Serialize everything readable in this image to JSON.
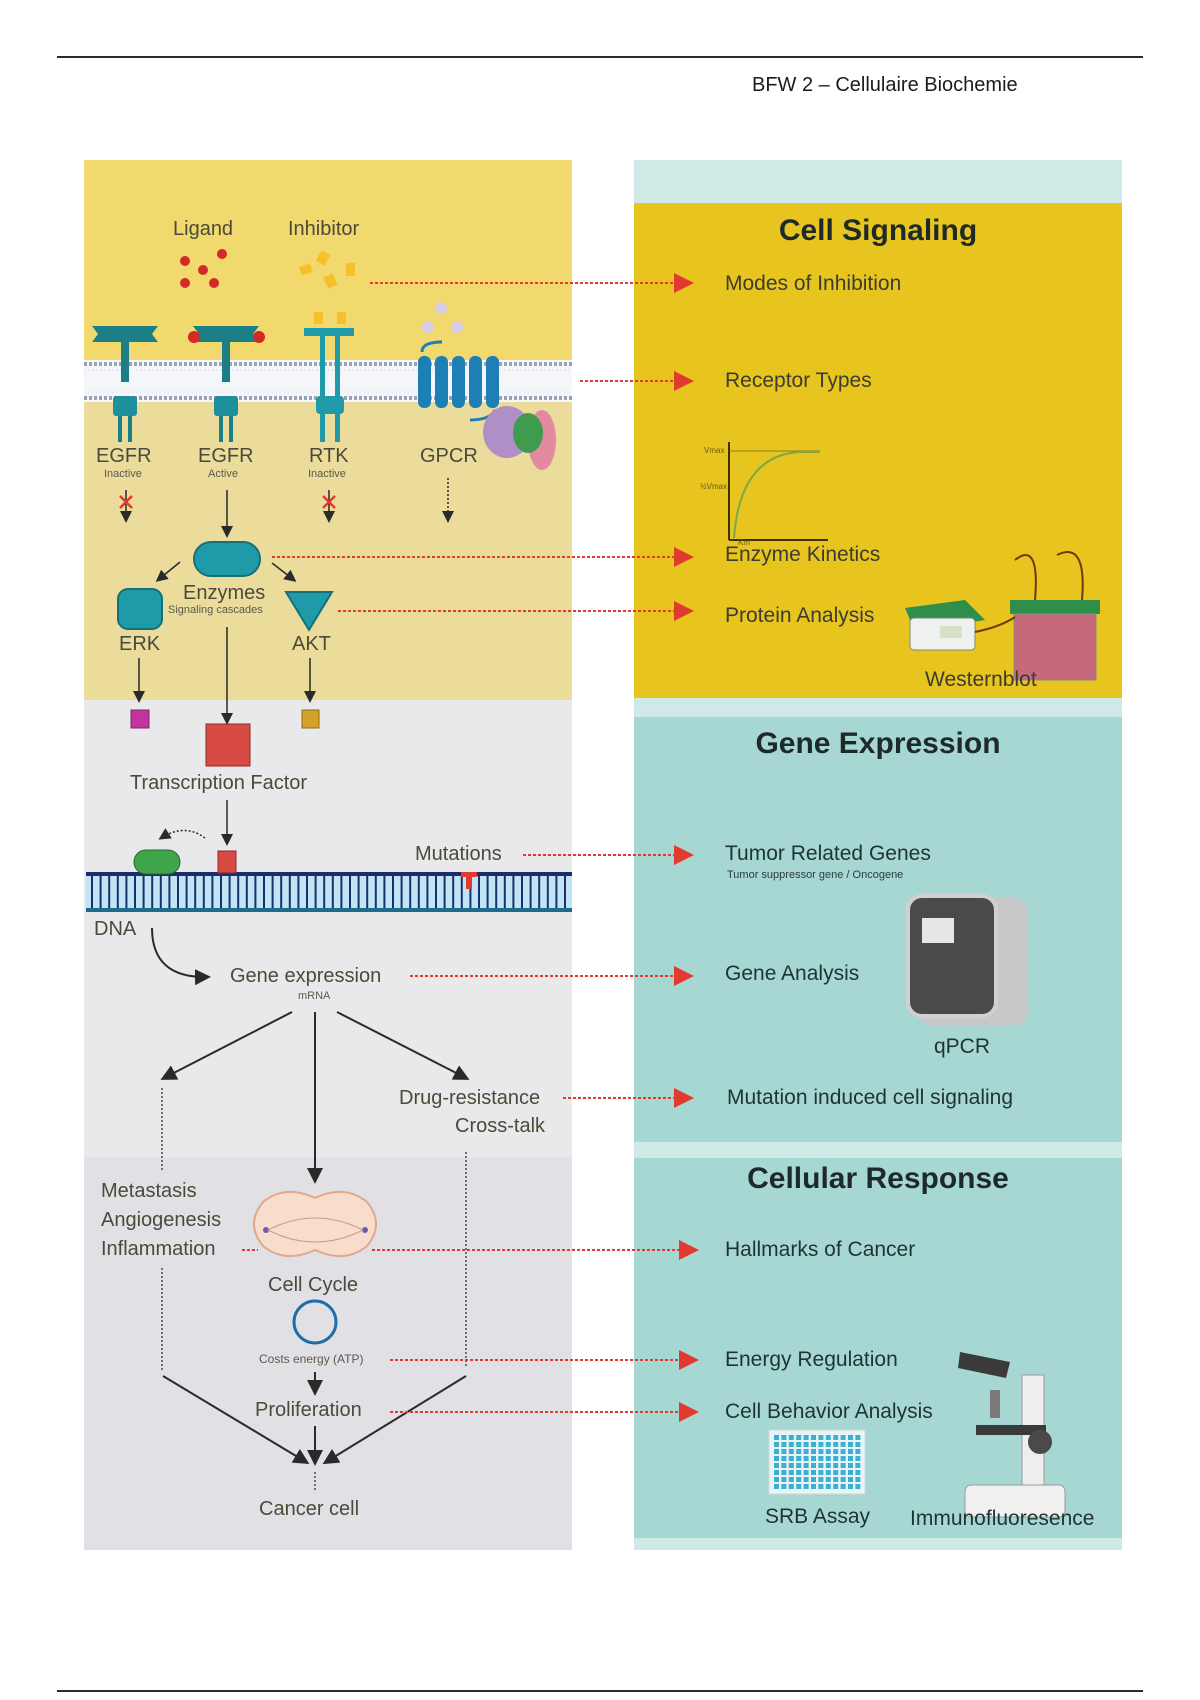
{
  "header": {
    "title": "BFW 2 – Cellulaire Biochemie"
  },
  "left_panel": {
    "signaling": {
      "ligand_label": "Ligand",
      "inhibitor_label": "Inhibitor",
      "receptors": [
        {
          "name": "EGFR",
          "state": "Inactive",
          "blocked": true
        },
        {
          "name": "EGFR",
          "state": "Active",
          "blocked": false
        },
        {
          "name": "RTK",
          "state": "Inactive",
          "blocked": true
        },
        {
          "name": "GPCR",
          "state": "",
          "blocked": false
        }
      ],
      "enzymes_label": "Enzymes",
      "enzymes_sub": "Signaling cascades",
      "erk_label": "ERK",
      "akt_label": "AKT"
    },
    "gene": {
      "tf_label": "Transcription Factor",
      "mutations_label": "Mutations",
      "dna_label": "DNA",
      "gene_expression_label": "Gene expression",
      "mrna_label": "mRNA",
      "drug_resistance_label": "Drug-resistance",
      "cross_talk_label": "Cross-talk"
    },
    "response": {
      "metastasis_label": "Metastasis",
      "angiogenesis_label": "Angiogenesis",
      "inflammation_label": "Inflammation",
      "cell_cycle_label": "Cell Cycle",
      "costs_energy_label": "Costs energy (ATP)",
      "proliferation_label": "Proliferation",
      "cancer_cell_label": "Cancer cell"
    }
  },
  "right_panel": {
    "cell_signaling": {
      "heading": "Cell Signaling",
      "items": [
        "Modes of Inhibition",
        "Receptor Types",
        "Enzyme Kinetics",
        "Protein Analysis"
      ],
      "kinetics_axis": {
        "vmax": "Vmax",
        "half_vmax": "½Vmax",
        "km": "Km"
      },
      "instrument_label": "Westernblot"
    },
    "gene_expression": {
      "heading": "Gene Expression",
      "items": [
        "Tumor Related Genes",
        "Gene Analysis",
        "Mutation induced cell signaling"
      ],
      "tumor_sub": "Tumor suppressor gene / Oncogene",
      "instrument_label": "qPCR"
    },
    "cellular_response": {
      "heading": "Cellular Response",
      "items": [
        "Hallmarks of Cancer",
        "Energy Regulation",
        "Cell Behavior Analysis"
      ],
      "assay_label": "SRB Assay",
      "microscope_label": "Immunofluoresence"
    }
  },
  "colors": {
    "left_signaling_bg": "#f1d96e",
    "left_signaling_lower_bg": "#ebdc9c",
    "left_gene_bg": "#e9e9ec",
    "left_response_bg": "#e1e1e5",
    "right_signaling_bg": "#e8c41f",
    "right_teal_bg": "#a7d7d3",
    "right_light_teal": "#cfeae6",
    "connector_red": "#e23a2e",
    "receptor_teal": "#1f8f9c",
    "gpcr_blue": "#1e7fb5"
  }
}
